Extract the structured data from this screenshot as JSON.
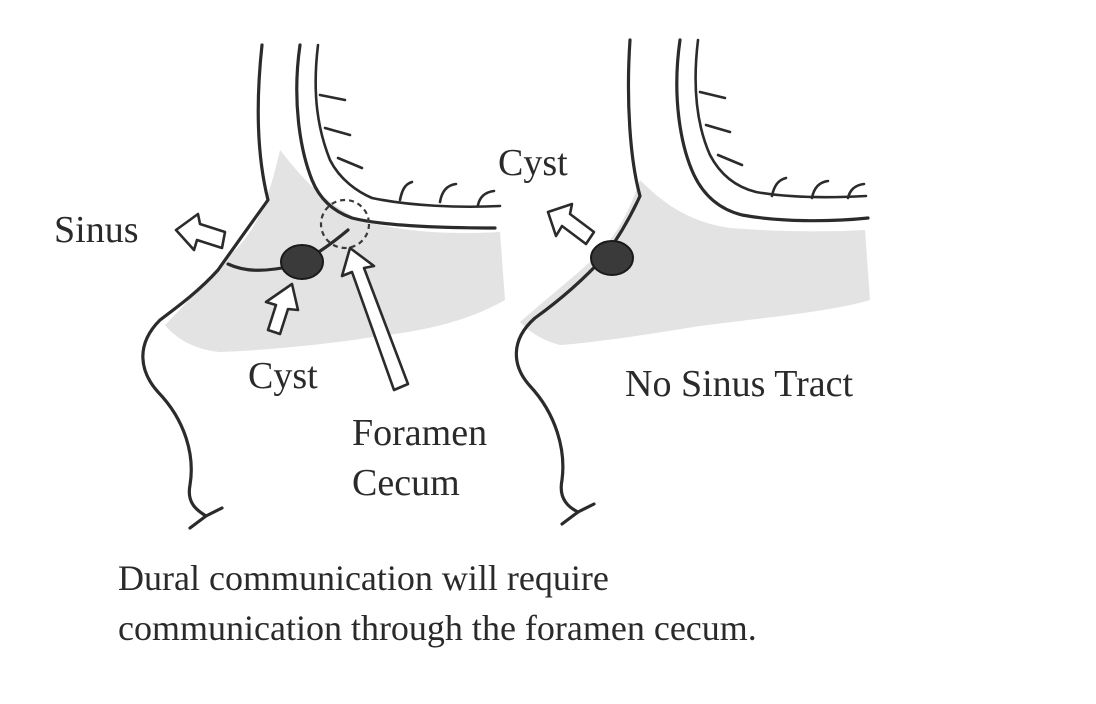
{
  "left_panel": {
    "sinus_label": "Sinus",
    "cyst_label": "Cyst",
    "foramen_line1": "Foramen",
    "foramen_line2": "Cecum"
  },
  "right_panel": {
    "cyst_label": "Cyst",
    "no_sinus_label": "No Sinus Tract"
  },
  "caption": {
    "line1": "Dural communication will require",
    "line2": "communication through the foramen cecum."
  },
  "colors": {
    "line": "#2b2b2b",
    "shade": "#e3e3e3",
    "cyst": "#3a3a3a",
    "background": "#ffffff"
  }
}
